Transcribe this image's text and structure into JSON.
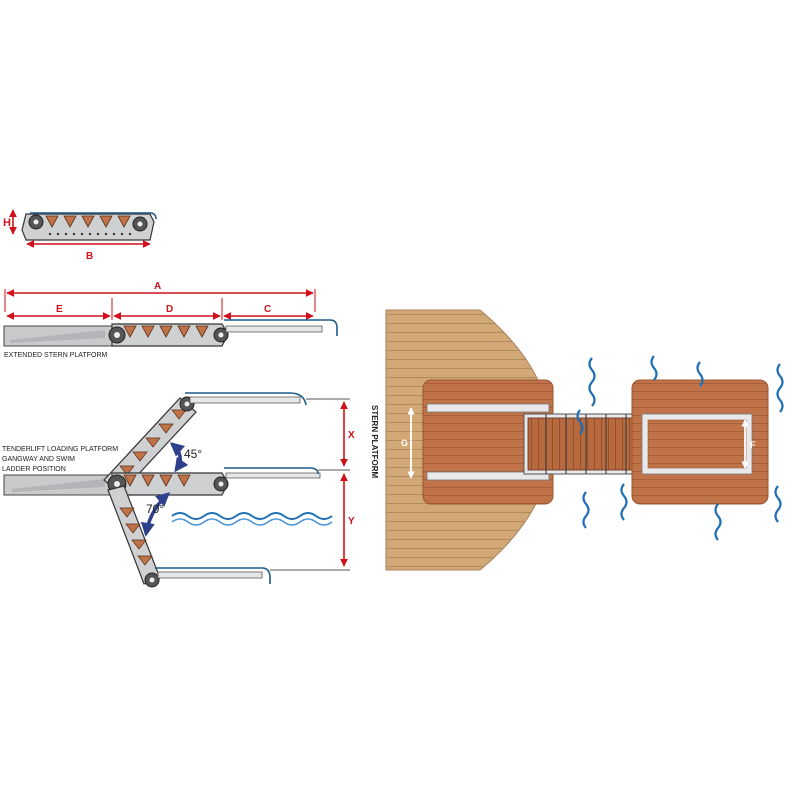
{
  "colors": {
    "dimension": "#d0111b",
    "rail": "#1c5a8a",
    "water": "#1e6fb8",
    "angle_arrow": "#2e3f8c",
    "deck": "#d2a877",
    "teak": "#c07349",
    "teak_dark": "#9c5531",
    "metal": "#cfd0d2",
    "outline": "#333333"
  },
  "labels": {
    "dim_h": "H",
    "dim_b": "B",
    "dim_a": "A",
    "dim_e": "E",
    "dim_d": "D",
    "dim_c": "C",
    "dim_x": "X",
    "dim_y": "Y",
    "dim_g": "G",
    "dim_f": "F",
    "angle_45": "45°",
    "angle_70": "70°",
    "extended_caption": "EXTENDED STERN PLATFORM",
    "tenderlift_caption": [
      "TENDERLIFT LOADING PLATFORM",
      "GANGWAY AND SWIM",
      "LADDER POSITION"
    ],
    "stern_platform": "STERN PLATFORM"
  }
}
